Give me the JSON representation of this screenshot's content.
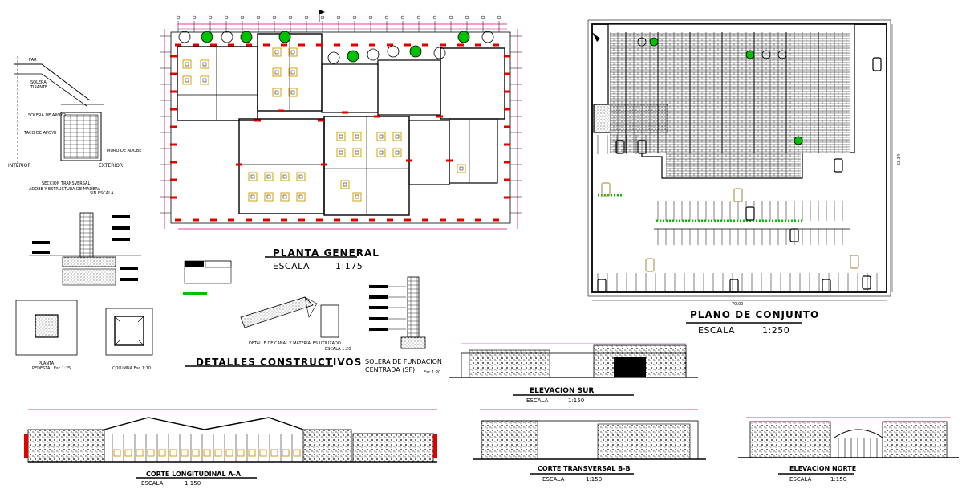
{
  "colors": {
    "line": "#000000",
    "wall_red": "#e00000",
    "accent_magenta": "#d8007a",
    "tree_green": "#00c000",
    "furniture_yellow": "#d4a000",
    "parking_beige": "#b49a5a"
  },
  "icons": [
    "north-arrow-icon",
    "tree-icon",
    "car-icon",
    "flag-icon"
  ],
  "planta_general": {
    "title": "PLANTA GENERAL",
    "scale_label": "ESCALA",
    "scale_value": "1:175"
  },
  "plano_conjunto": {
    "title": "PLANO DE CONJUNTO",
    "scale_label": "ESCALA",
    "scale_value": "1:250",
    "dim_width": "70.00",
    "dim_height": "63.34"
  },
  "detalles": {
    "title": "DETALLES CONSTRUCTIVOS",
    "canal_note": "DETALLE DE CANAL Y MATERIALES UTILIZADO",
    "canal_scale": "ESCALA 1:20",
    "solera_title_1": "SOLERA DE FUNDACION",
    "solera_title_2": "CENTRADA (SF)",
    "solera_scale": "Esc 1:20",
    "pedestal_1": "PLANTA",
    "pedestal_2": "PEDESTAL Esc 1:25",
    "columna": "COLUMNA Esc 1:10"
  },
  "seccion": {
    "label_1": "SECCION TRANSVERSAL",
    "label_2": "ADOBE Y ESTRUCTURA DE MADERA",
    "label_3": "SIN ESCALA",
    "interior": "INTERIOR",
    "exterior": "EXTERIOR",
    "top": "PAR",
    "n1": "SOLERA DE APOYO",
    "n2": "TACO DE APOYO",
    "n3": "MURO DE ADOBE",
    "n4": "SOLERA",
    "n5": "TIRANTE"
  },
  "elevacion_sur": {
    "title": "ELEVACION SUR",
    "scale_label": "ESCALA",
    "scale_value": "1:150"
  },
  "corte_longitudinal": {
    "title": "CORTE LONGITUDINAL A-A",
    "scale_label": "ESCALA",
    "scale_value": "1:150"
  },
  "corte_transversal": {
    "title": "CORTE TRANSVERSAL B-B",
    "scale_label": "ESCALA",
    "scale_value": "1:150"
  },
  "elevacion_norte": {
    "title": "ELEVACION NORTE",
    "scale_label": "ESCALA",
    "scale_value": "1:150"
  }
}
